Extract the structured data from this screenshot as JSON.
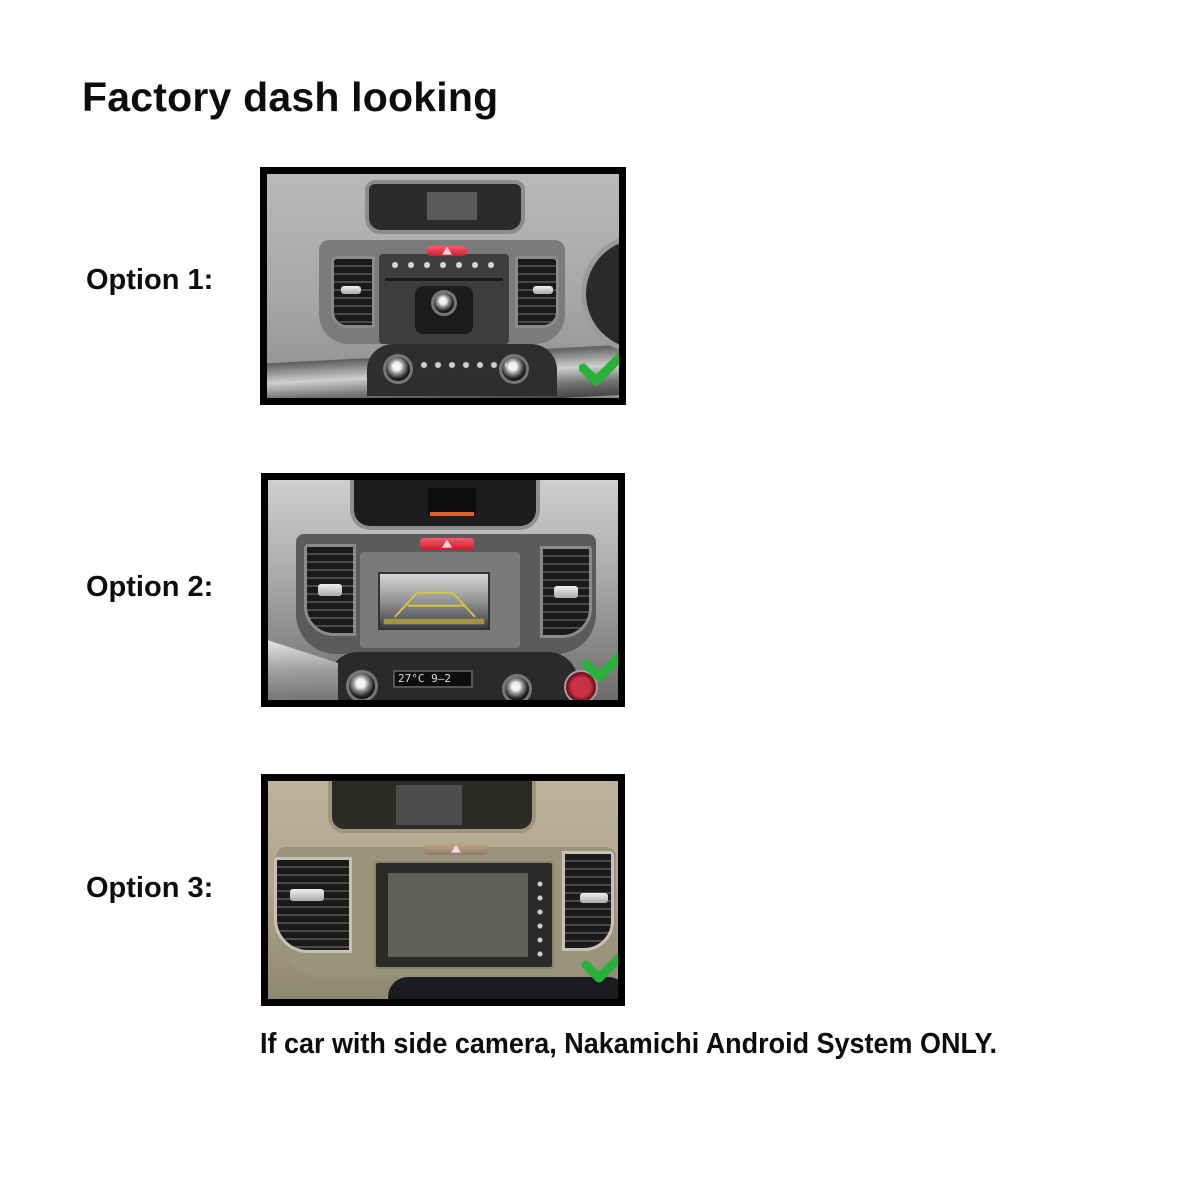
{
  "page": {
    "title": "Factory dash looking",
    "note": "If car with side camera, Nakamichi Android System ONLY."
  },
  "options": [
    {
      "label": "Option 1:",
      "image_description": "Factory dashboard with original audio head unit, center hazard button and climate knobs",
      "check_icon": "green-checkmark",
      "check_color": "#27b33a"
    },
    {
      "label": "Option 2:",
      "image_description": "Factory dashboard with reverse camera display showing parking guide lines",
      "display_readout": "27°C  9–2",
      "check_icon": "green-checkmark",
      "check_color": "#27b33a"
    },
    {
      "label": "Option 3:",
      "image_description": "Factory dashboard with integrated touchscreen unit",
      "check_icon": "green-checkmark",
      "check_color": "#27b33a"
    }
  ],
  "colors": {
    "text": "#0c0c0c",
    "frame": "#000000",
    "background": "#ffffff",
    "hazard": "#d62a3d",
    "guide_lines": "#d8c93a",
    "check": "#27b33a"
  }
}
